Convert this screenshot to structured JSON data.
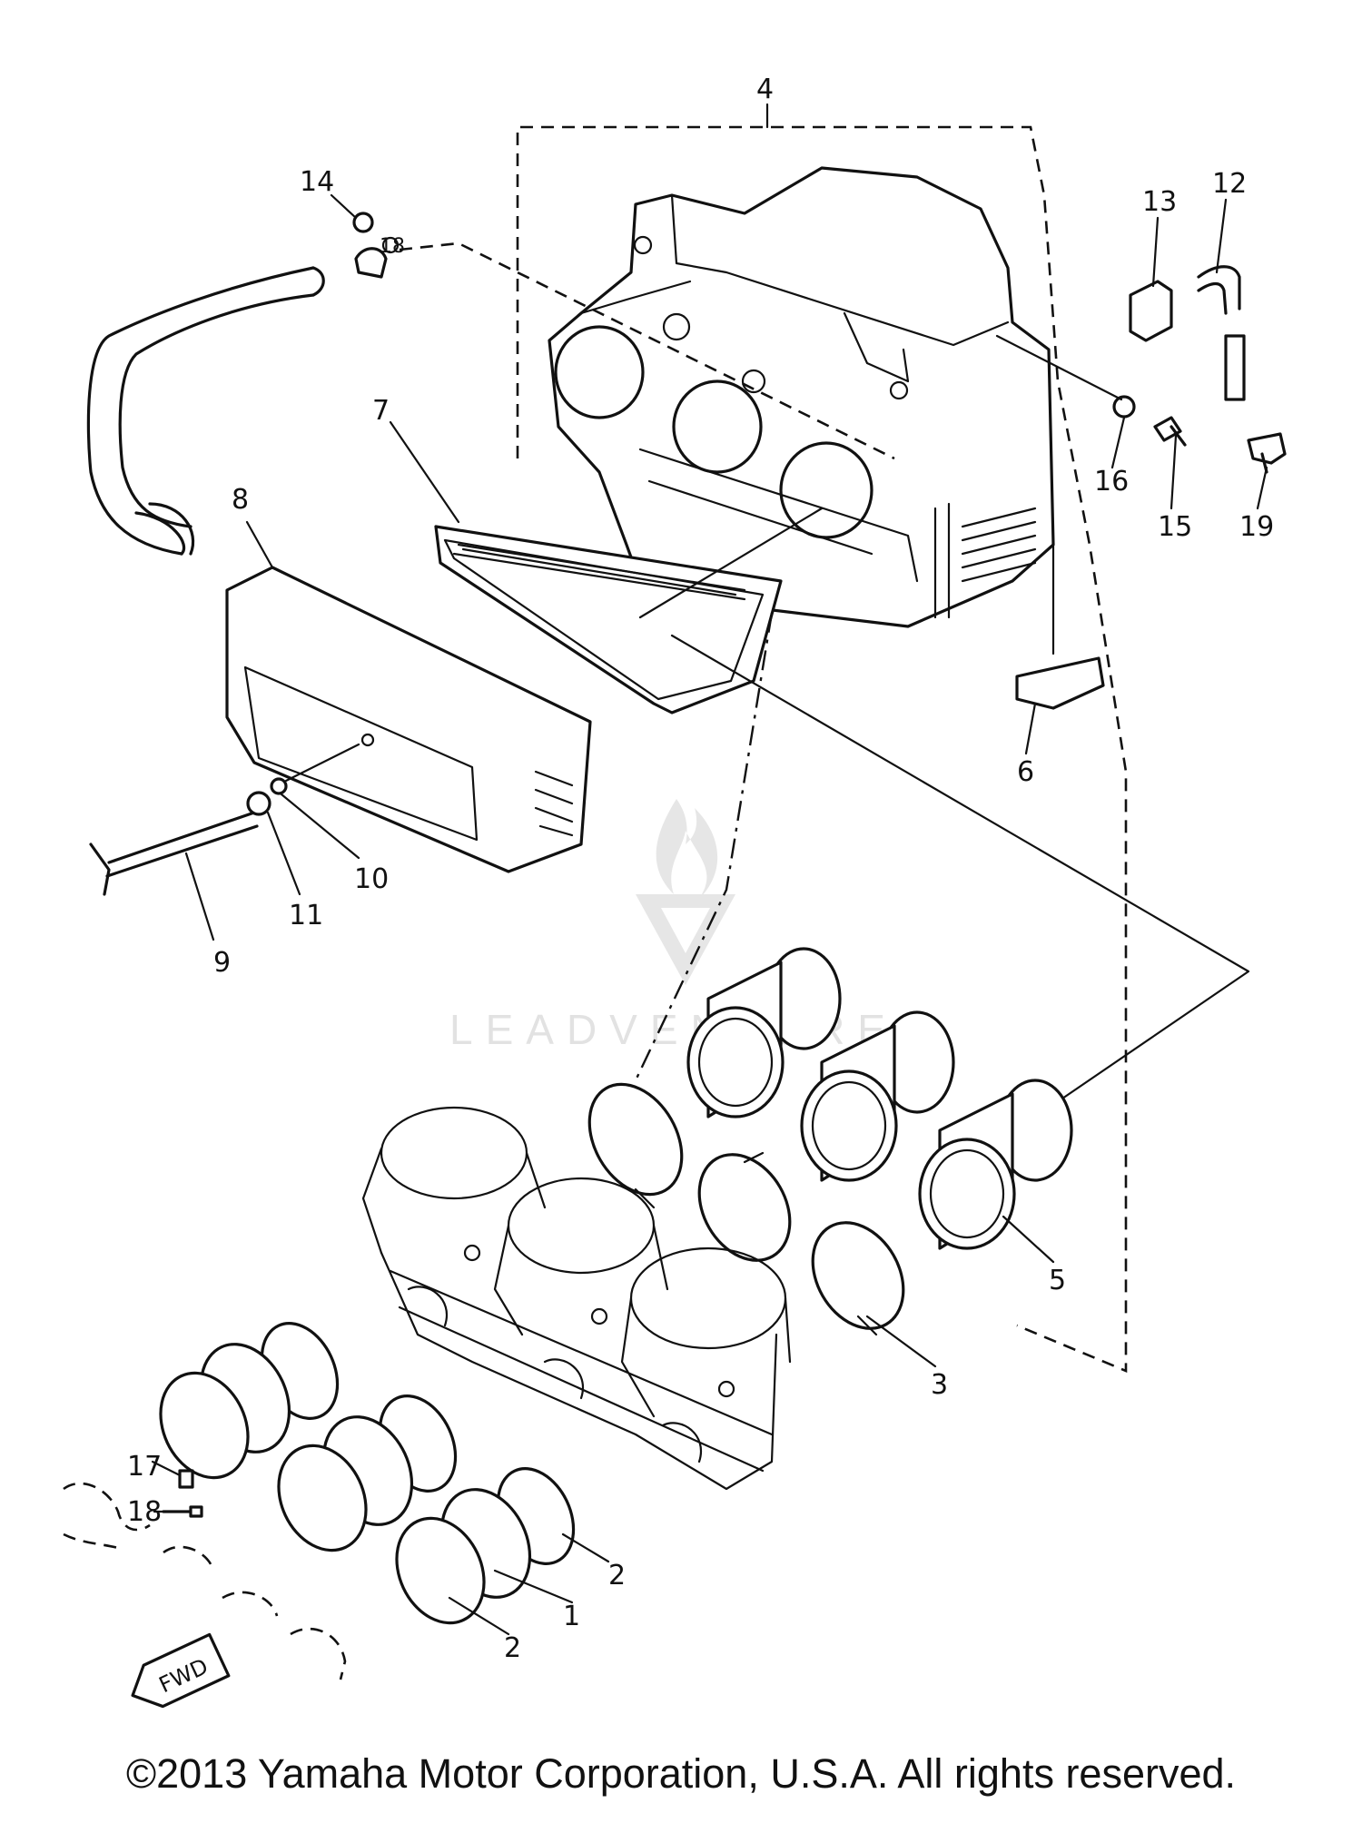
{
  "part_labels": {
    "p1": "1",
    "p2a": "2",
    "p2b": "2",
    "p3": "3",
    "p4": "4",
    "p5": "5",
    "p6": "6",
    "p7": "7",
    "p8": "8",
    "p9": "9",
    "p10": "10",
    "p11": "11",
    "p12": "12",
    "p13": "13",
    "p14": "14",
    "p15": "15",
    "p16": "16",
    "p17": "17",
    "p18": "18",
    "p19": "19"
  },
  "fwd_label": "FWD",
  "watermark": "LEADVENTURE",
  "copyright": "©2013 Yamaha Motor Corporation, U.S.A. All rights reserved.",
  "icons": {
    "watermark_logo": "flame-logo-icon",
    "direction": "fwd-arrow-icon"
  }
}
